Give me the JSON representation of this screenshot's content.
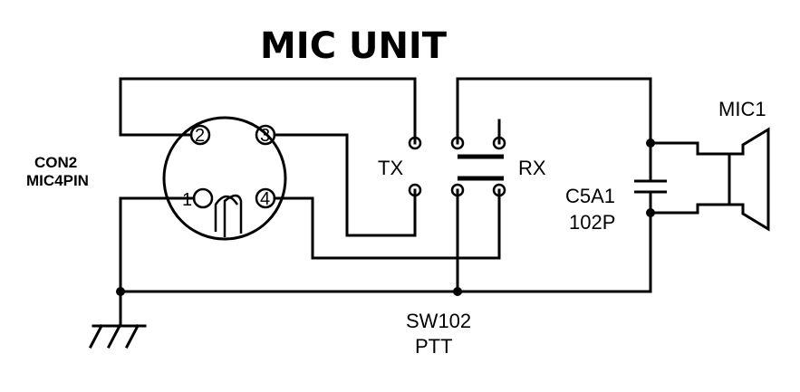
{
  "title": "MIC UNIT",
  "connector": {
    "ref": "CON2",
    "type": "MIC4PIN",
    "pins": [
      "1",
      "2",
      "3",
      "4"
    ]
  },
  "switch": {
    "ref": "SW102",
    "name": "PTT",
    "tx_label": "TX",
    "rx_label": "RX"
  },
  "capacitor": {
    "ref": "C5A1",
    "value": "102P"
  },
  "microphone": {
    "ref": "MIC1"
  }
}
